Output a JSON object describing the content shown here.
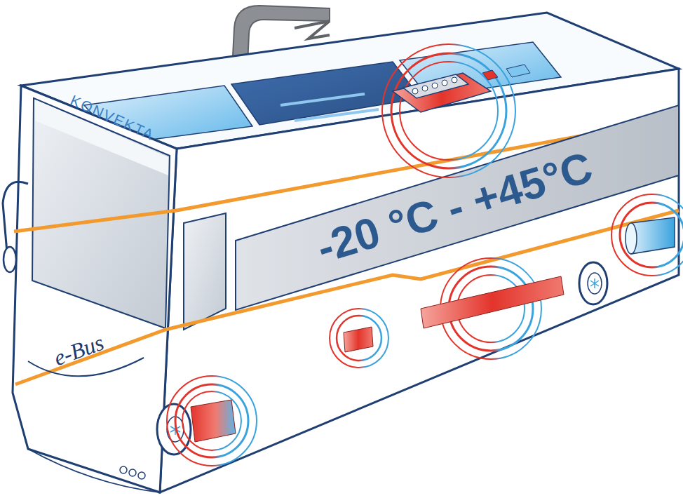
{
  "diagram": {
    "nodes": [
      {
        "text": [
          "-20 °C - +45°C"
        ]
      }
    ],
    "labels": [
      "KONVEKTA",
      "e-Bus"
    ]
  }
}
